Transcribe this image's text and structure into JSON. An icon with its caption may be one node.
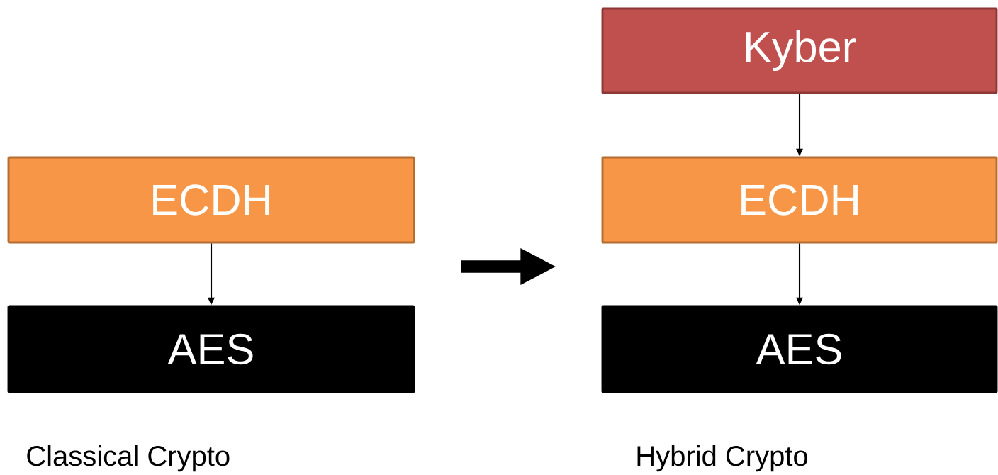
{
  "diagram": {
    "nodes": [
      {
        "text": [
          "ECDH"
        ]
      },
      {
        "text": [
          "AES"
        ]
      },
      {
        "text": [
          "Kyber"
        ]
      },
      {
        "text": [
          "ECDH"
        ]
      },
      {
        "text": [
          "AES"
        ]
      }
    ],
    "edges": [
      {
        "from": 0,
        "to": 1,
        "arrow": "to"
      },
      {
        "from": 2,
        "to": 3,
        "arrow": "to"
      },
      {
        "from": 3,
        "to": 4,
        "arrow": "to"
      }
    ],
    "labels": [
      "Classical Crypto",
      "Hybrid Crypto"
    ]
  }
}
